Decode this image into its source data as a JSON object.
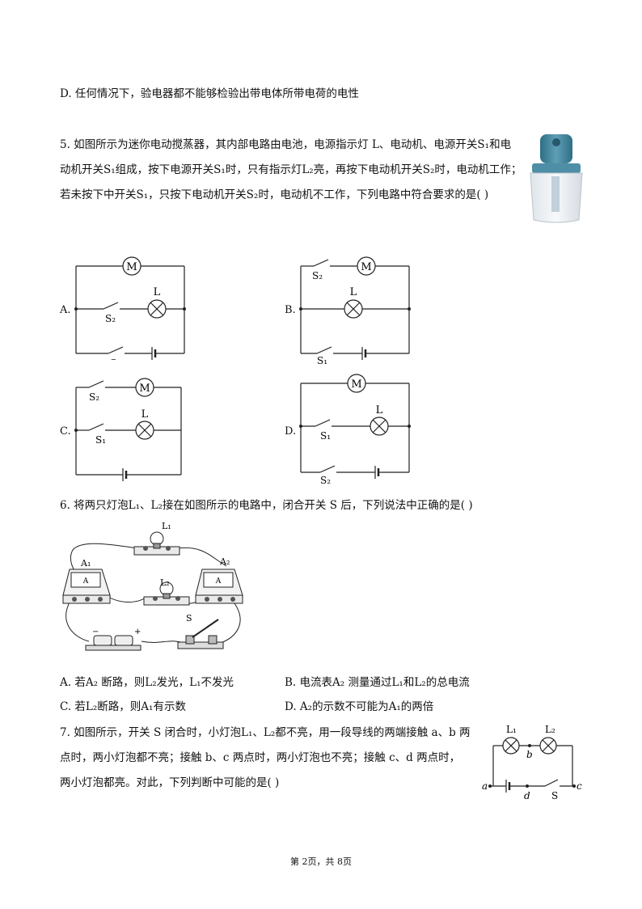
{
  "option_d_prev": "D. 任何情况下，验电器都不能够检验出带电体所带电荷的电性",
  "q5": {
    "line1": "5. 如图所示为迷你电动搅蒸器，其内部电路由电池，电源指示灯 L、电动机、电源开关S₁和电",
    "line2": "动机开关S₁组成，按下电源开关S₁时，只有指示灯L₂亮，再按下电动机开关S₂时，电动机工作；",
    "line3": "若未按下中开关S₁，只按下电动机开关S₂时，电动机不工作，下列电路中符合要求的是(    )",
    "opt_labels": [
      "A.",
      "B.",
      "C.",
      "D."
    ],
    "labels": {
      "motor": "M",
      "lamp": "L",
      "s1": "S₁",
      "s2": "S₂"
    }
  },
  "q6": {
    "stem": "6. 将两只灯泡L₁、L₂接在如图所示的电路中，闭合开关 S 后，下列说法中正确的是(    )",
    "labels": {
      "l1": "L₁",
      "l2": "L₂",
      "a1": "A₁",
      "a2": "A₂",
      "a": "A",
      "s": "S"
    },
    "options": [
      "A. 若A₂ 断路，则L₂发光，L₁不发光",
      "B. 电流表A₂ 测量通过L₁和L₂的总电流",
      "C. 若L₂断路，则A₁有示数",
      "D. A₂的示数不可能为A₁的两倍"
    ]
  },
  "q7": {
    "line1": "7. 如图所示，开关 S 闭合时，小灯泡L₁、L₂都不亮，用一段导线的两端接触 a、b 两",
    "line2": "点时，两小灯泡都不亮；接触 b、c 两点时，两小灯泡也不亮；接触 c、d 两点时，",
    "line3": "两小灯泡都亮。对此，下列判断中可能的是(    )",
    "labels": {
      "l1": "L₁",
      "l2": "L₂",
      "a": "a",
      "b": "b",
      "c": "c",
      "d": "d",
      "s": "S"
    }
  },
  "footer": "第 2页，共 8页"
}
